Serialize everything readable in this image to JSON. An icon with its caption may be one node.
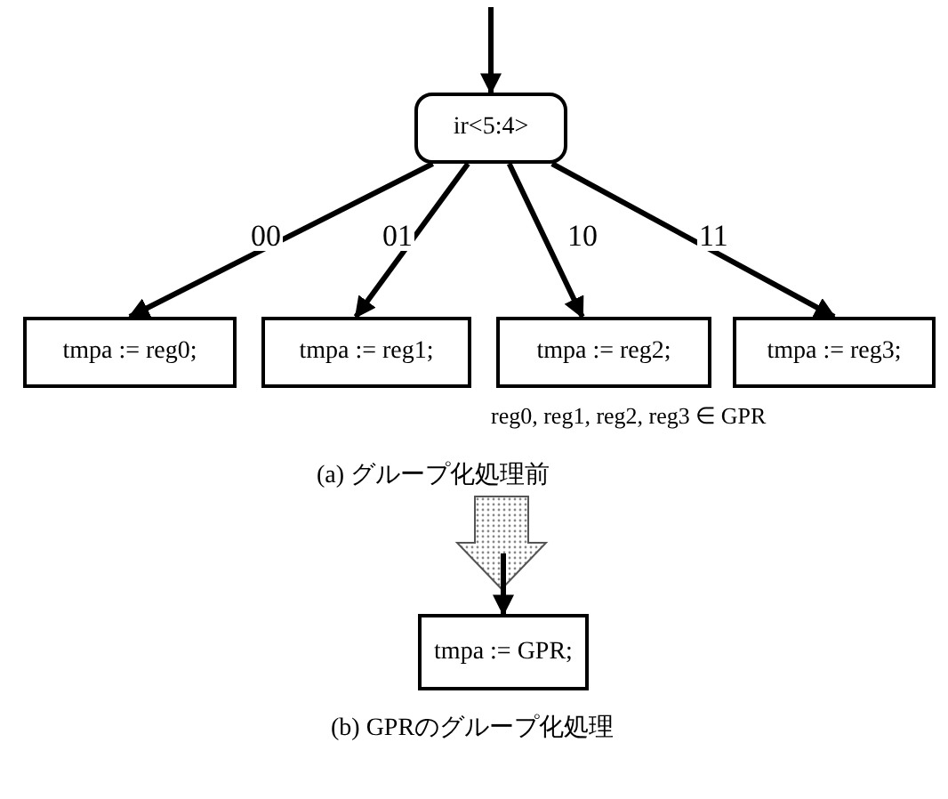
{
  "diagram": {
    "nodes": [
      {
        "text": [
          "ir<5:4>"
        ]
      },
      {
        "text": [
          "tmpa := reg0;"
        ]
      },
      {
        "text": [
          "tmpa := reg1;"
        ]
      },
      {
        "text": [
          "tmpa := reg2;"
        ]
      },
      {
        "text": [
          "tmpa := reg3;"
        ]
      },
      {
        "text": [
          "tmpa := GPR;"
        ]
      }
    ],
    "edges": [
      {
        "from": null,
        "to": 0,
        "arrow": "to"
      },
      {
        "from": 0,
        "to": 1,
        "arrow": "to",
        "label": "00"
      },
      {
        "from": 0,
        "to": 2,
        "arrow": "to",
        "label": "01"
      },
      {
        "from": 0,
        "to": 3,
        "arrow": "to",
        "label": "10"
      },
      {
        "from": 0,
        "to": 4,
        "arrow": "to",
        "label": "11"
      },
      {
        "from": null,
        "to": 5,
        "arrow": "to"
      }
    ],
    "labels": [
      "reg0, reg1, reg2, reg3 ∈ GPR",
      "(a) グループ化処理前",
      "(b) GPRのグループ化処理"
    ]
  }
}
